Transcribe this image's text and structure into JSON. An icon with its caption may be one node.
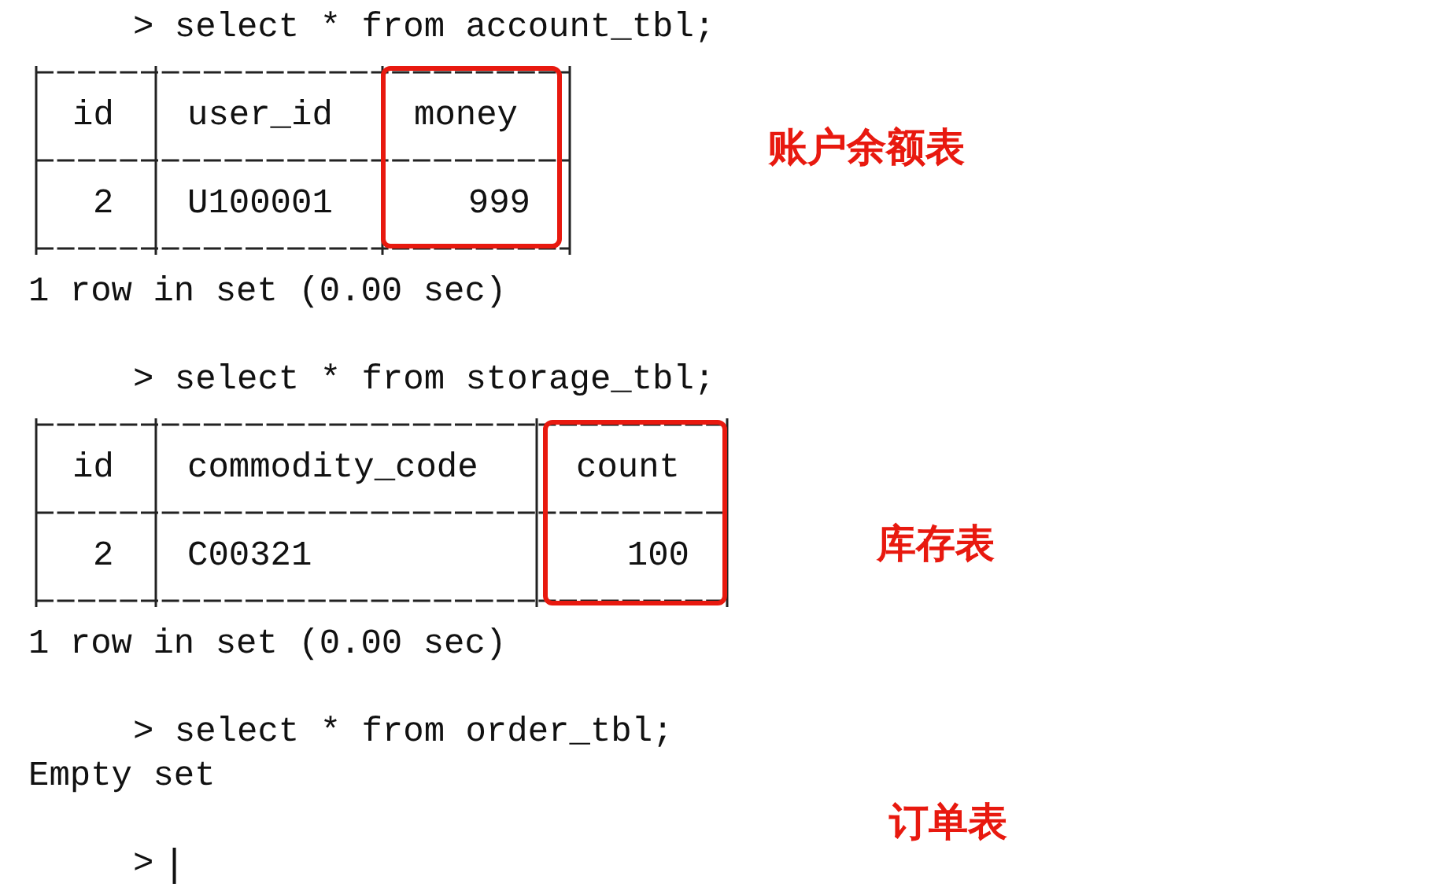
{
  "diagram": {
    "nodes": [
      {
        "text": [
          "money",
          "999"
        ]
      },
      {
        "text": [
          "count",
          "100"
        ]
      }
    ],
    "labels": [
      "> select * from account_tbl;",
      "id",
      "user_id",
      "2",
      "U100001",
      "1 row in set (0.00 sec)",
      "账户余额表",
      "> select * from storage_tbl;",
      "id",
      "commodity_code",
      "2",
      "C00321",
      "1 row in set (0.00 sec)",
      "库存表",
      "> select * from order_tbl;",
      "Empty set",
      "订单表",
      ">"
    ]
  }
}
